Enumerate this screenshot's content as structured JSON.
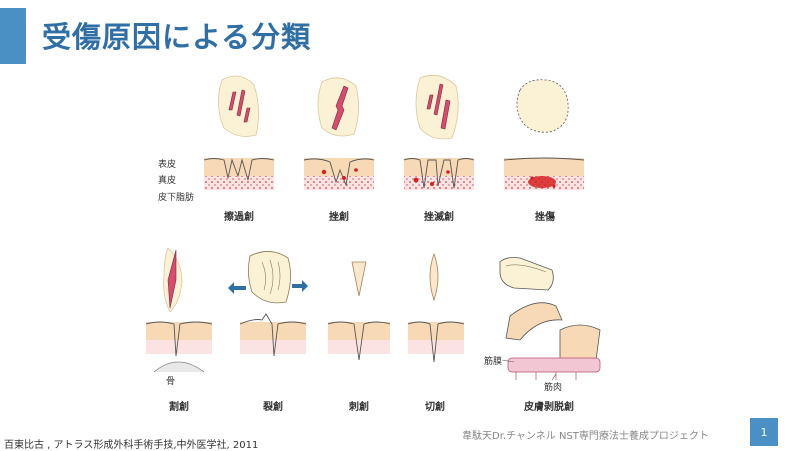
{
  "slide": {
    "title": "受傷原因による分類",
    "page_number": "1",
    "credit": "韋駄天Dr.チャンネル NST専門療法士養成プロジェクト",
    "citation": "百東比古 , アトラス形成外科手術手技,中外医学社, 2011"
  },
  "layers": {
    "epidermis": "表皮",
    "dermis": "真皮",
    "subcutaneous": "皮下脂肪"
  },
  "top_row": [
    {
      "name": "擦過創"
    },
    {
      "name": "挫創"
    },
    {
      "name": "挫滅創"
    },
    {
      "name": "挫傷"
    }
  ],
  "bottom_row": [
    {
      "name": "割創"
    },
    {
      "name": "裂創"
    },
    {
      "name": "刺創"
    },
    {
      "name": "切創"
    },
    {
      "name": "皮膚剥脱創"
    }
  ],
  "bottom_labels": {
    "bone": "骨",
    "fascia": "筋膜",
    "muscle": "筋肉"
  },
  "colors": {
    "accent": "#4a90c4",
    "title": "#2f6fa6",
    "skin": "#f7d9b5",
    "wound": "#d94b6e",
    "blood": "#d62020"
  }
}
